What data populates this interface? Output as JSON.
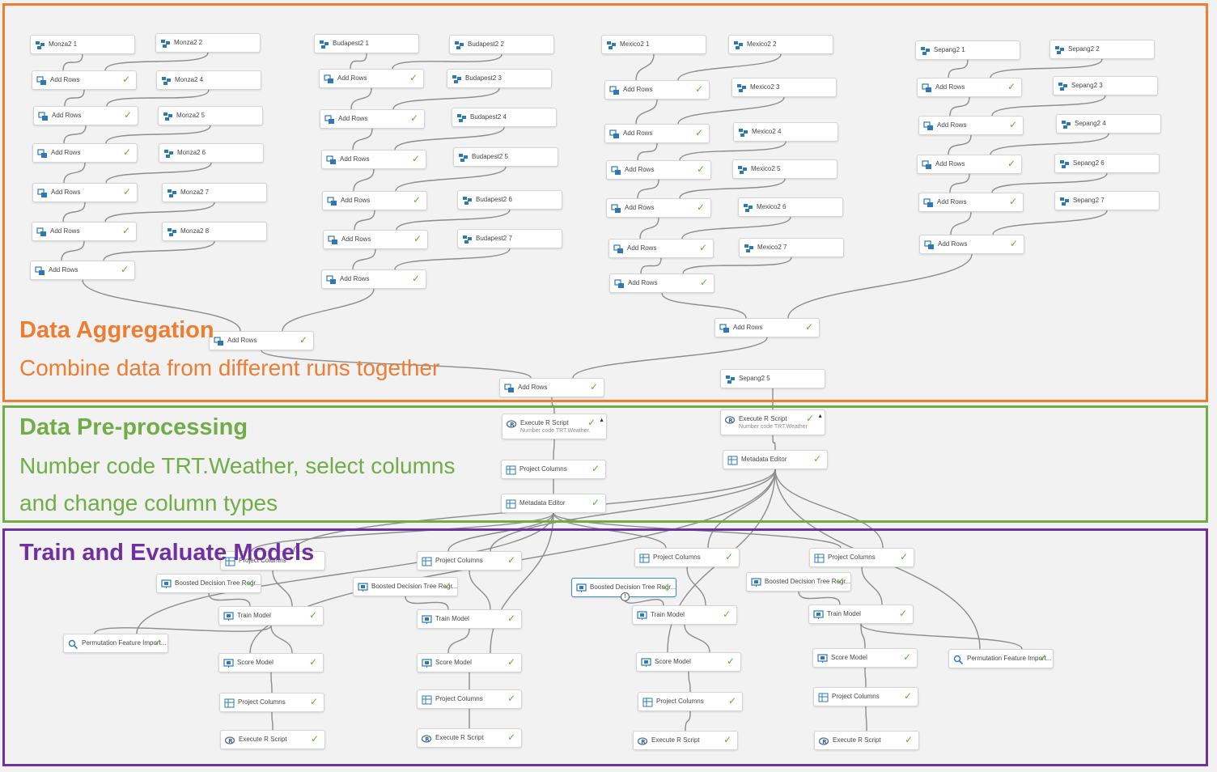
{
  "sections": {
    "aggregation": {
      "title": "Data Aggregation",
      "description": "Combine data from different runs together",
      "color": "#ed7d31"
    },
    "preprocessing": {
      "title": "Data Pre-processing",
      "description_line1": "Number code TRT.Weather, select columns",
      "description_line2": "and change column types",
      "color": "#70ad47"
    },
    "training": {
      "title": "Train and Evaluate Models",
      "color": "#7030a0"
    }
  },
  "colors": {
    "wire": "#8c8c8c",
    "check": "#5ab52e",
    "dataset_icon": "#2e78b8"
  },
  "nodes": [
    {
      "id": "mo1",
      "label": "Monza2 1",
      "icon": "dataset-icon",
      "check": false
    },
    {
      "id": "mo2",
      "label": "Monza2 2",
      "icon": "dataset-icon",
      "check": false
    },
    {
      "id": "moa1",
      "label": "Add Rows",
      "icon": "add-rows-icon",
      "check": true
    },
    {
      "id": "mo4",
      "label": "Monza2 4",
      "icon": "dataset-icon",
      "check": false
    },
    {
      "id": "moa2",
      "label": "Add Rows",
      "icon": "add-rows-icon",
      "check": true
    },
    {
      "id": "mo5",
      "label": "Monza2 5",
      "icon": "dataset-icon",
      "check": false
    },
    {
      "id": "moa3",
      "label": "Add Rows",
      "icon": "add-rows-icon",
      "check": true
    },
    {
      "id": "mo6",
      "label": "Monza2 6",
      "icon": "dataset-icon",
      "check": false
    },
    {
      "id": "moa4",
      "label": "Add Rows",
      "icon": "add-rows-icon",
      "check": true
    },
    {
      "id": "mo7",
      "label": "Monza2 7",
      "icon": "dataset-icon",
      "check": false
    },
    {
      "id": "moa5",
      "label": "Add Rows",
      "icon": "add-rows-icon",
      "check": true
    },
    {
      "id": "mo8",
      "label": "Monza2 8",
      "icon": "dataset-icon",
      "check": false
    },
    {
      "id": "moa6",
      "label": "Add Rows",
      "icon": "add-rows-icon",
      "check": true
    },
    {
      "id": "bu1",
      "label": "Budapest2 1",
      "icon": "dataset-icon",
      "check": false
    },
    {
      "id": "bu2",
      "label": "Budapest2 2",
      "icon": "dataset-icon",
      "check": false
    },
    {
      "id": "bua1",
      "label": "Add Rows",
      "icon": "add-rows-icon",
      "check": true
    },
    {
      "id": "bu3",
      "label": "Budapest2 3",
      "icon": "dataset-icon",
      "check": false
    },
    {
      "id": "bua2",
      "label": "Add Rows",
      "icon": "add-rows-icon",
      "check": true
    },
    {
      "id": "bu4",
      "label": "Budapest2 4",
      "icon": "dataset-icon",
      "check": false
    },
    {
      "id": "bua3",
      "label": "Add Rows",
      "icon": "add-rows-icon",
      "check": true
    },
    {
      "id": "bu5",
      "label": "Budapest2 5",
      "icon": "dataset-icon",
      "check": false
    },
    {
      "id": "bua4",
      "label": "Add Rows",
      "icon": "add-rows-icon",
      "check": true
    },
    {
      "id": "bu6",
      "label": "Budapest2 6",
      "icon": "dataset-icon",
      "check": false
    },
    {
      "id": "bua5",
      "label": "Add Rows",
      "icon": "add-rows-icon",
      "check": true
    },
    {
      "id": "bu7",
      "label": "Budapest2 7",
      "icon": "dataset-icon",
      "check": false
    },
    {
      "id": "bua6",
      "label": "Add Rows",
      "icon": "add-rows-icon",
      "check": true
    },
    {
      "id": "me1",
      "label": "Mexico2 1",
      "icon": "dataset-icon",
      "check": false
    },
    {
      "id": "me2",
      "label": "Mexico2 2",
      "icon": "dataset-icon",
      "check": false
    },
    {
      "id": "mea1",
      "label": "Add Rows",
      "icon": "add-rows-icon",
      "check": true
    },
    {
      "id": "me3",
      "label": "Mexico2 3",
      "icon": "dataset-icon",
      "check": false
    },
    {
      "id": "mea2",
      "label": "Add Rows",
      "icon": "add-rows-icon",
      "check": true
    },
    {
      "id": "me4",
      "label": "Mexico2 4",
      "icon": "dataset-icon",
      "check": false
    },
    {
      "id": "mea3",
      "label": "Add Rows",
      "icon": "add-rows-icon",
      "check": true
    },
    {
      "id": "me5",
      "label": "Mexico2 5",
      "icon": "dataset-icon",
      "check": false
    },
    {
      "id": "mea4",
      "label": "Add Rows",
      "icon": "add-rows-icon",
      "check": true
    },
    {
      "id": "me6",
      "label": "Mexico2 6",
      "icon": "dataset-icon",
      "check": false
    },
    {
      "id": "mea5",
      "label": "Add Rows",
      "icon": "add-rows-icon",
      "check": true
    },
    {
      "id": "me7",
      "label": "Mexico2 7",
      "icon": "dataset-icon",
      "check": false
    },
    {
      "id": "mea6",
      "label": "Add Rows",
      "icon": "add-rows-icon",
      "check": true
    },
    {
      "id": "se1",
      "label": "Sepang2 1",
      "icon": "dataset-icon",
      "check": false
    },
    {
      "id": "se2",
      "label": "Sepang2 2",
      "icon": "dataset-icon",
      "check": false
    },
    {
      "id": "sea1",
      "label": "Add Rows",
      "icon": "add-rows-icon",
      "check": true
    },
    {
      "id": "se3",
      "label": "Sepang2 3",
      "icon": "dataset-icon",
      "check": false
    },
    {
      "id": "sea2",
      "label": "Add Rows",
      "icon": "add-rows-icon",
      "check": true
    },
    {
      "id": "se4",
      "label": "Sepang2 4",
      "icon": "dataset-icon",
      "check": false
    },
    {
      "id": "sea3",
      "label": "Add Rows",
      "icon": "add-rows-icon",
      "check": true
    },
    {
      "id": "se6",
      "label": "Sepang2 6",
      "icon": "dataset-icon",
      "check": false
    },
    {
      "id": "sea4",
      "label": "Add Rows",
      "icon": "add-rows-icon",
      "check": true
    },
    {
      "id": "se7",
      "label": "Sepang2 7",
      "icon": "dataset-icon",
      "check": false
    },
    {
      "id": "sea5",
      "label": "Add Rows",
      "icon": "add-rows-icon",
      "check": true
    },
    {
      "id": "ab",
      "label": "Add Rows",
      "icon": "add-rows-icon",
      "check": true
    },
    {
      "id": "ams",
      "label": "Add Rows",
      "icon": "add-rows-icon",
      "check": true
    },
    {
      "id": "af",
      "label": "Add Rows",
      "icon": "add-rows-icon",
      "check": true
    },
    {
      "id": "se5",
      "label": "Sepang2 5",
      "icon": "dataset-icon",
      "check": false
    },
    {
      "id": "r1",
      "label": "Execute R Script",
      "sub": "Number code TRT.Weather.",
      "icon": "r-script-icon",
      "check": true,
      "caret": true,
      "tall": true
    },
    {
      "id": "r2",
      "label": "Execute R Script",
      "sub": "Number code TRT.Weather",
      "icon": "r-script-icon",
      "check": true,
      "caret": true,
      "tall": true
    },
    {
      "id": "pc0",
      "label": "Project Columns",
      "icon": "project-columns-icon",
      "check": true
    },
    {
      "id": "md1",
      "label": "Metadata Editor",
      "icon": "metadata-editor-icon",
      "check": true
    },
    {
      "id": "md2",
      "label": "Metadata Editor",
      "icon": "metadata-editor-icon",
      "check": true
    },
    {
      "id": "pc1",
      "label": "Project Columns",
      "icon": "project-columns-icon",
      "check": false
    },
    {
      "id": "bd1",
      "label": "Boosted Decision Tree Regr...",
      "icon": "model-icon",
      "check": true
    },
    {
      "id": "tm1",
      "label": "Train Model",
      "icon": "train-model-icon",
      "check": true
    },
    {
      "id": "pf1",
      "label": "Permutation Feature Import...",
      "icon": "permutation-icon",
      "check": true
    },
    {
      "id": "sm1",
      "label": "Score Model",
      "icon": "score-model-icon",
      "check": true
    },
    {
      "id": "pj1",
      "label": "Project Columns",
      "icon": "project-columns-icon",
      "check": true
    },
    {
      "id": "ex1",
      "label": "Execute R Script",
      "icon": "r-script-icon",
      "check": true
    },
    {
      "id": "pc2",
      "label": "Project Columns",
      "icon": "project-columns-icon",
      "check": true
    },
    {
      "id": "bd2",
      "label": "Boosted Decision Tree Regr...",
      "icon": "model-icon",
      "check": true
    },
    {
      "id": "tm2",
      "label": "Train Model",
      "icon": "train-model-icon",
      "check": true
    },
    {
      "id": "sm2",
      "label": "Score Model",
      "icon": "score-model-icon",
      "check": true
    },
    {
      "id": "pj2",
      "label": "Project Columns",
      "icon": "project-columns-icon",
      "check": true
    },
    {
      "id": "ex2",
      "label": "Execute R Script",
      "icon": "r-script-icon",
      "check": true
    },
    {
      "id": "pc3",
      "label": "Project Columns",
      "icon": "project-columns-icon",
      "check": true
    },
    {
      "id": "bd3",
      "label": "Boosted Decision Tree Regr...",
      "icon": "model-icon",
      "check": true,
      "selected": true
    },
    {
      "id": "tm3",
      "label": "Train Model",
      "icon": "train-model-icon",
      "check": true
    },
    {
      "id": "sm3",
      "label": "Score Model",
      "icon": "score-model-icon",
      "check": true
    },
    {
      "id": "pj3",
      "label": "Project Columns",
      "icon": "project-columns-icon",
      "check": true
    },
    {
      "id": "ex3",
      "label": "Execute R Script",
      "icon": "r-script-icon",
      "check": true
    },
    {
      "id": "pc4",
      "label": "Project Columns",
      "icon": "project-columns-icon",
      "check": true
    },
    {
      "id": "bd4",
      "label": "Boosted Decision Tree Regr...",
      "icon": "model-icon",
      "check": true
    },
    {
      "id": "tm4",
      "label": "Train Model",
      "icon": "train-model-icon",
      "check": true
    },
    {
      "id": "sm4",
      "label": "Score Model",
      "icon": "score-model-icon",
      "check": true
    },
    {
      "id": "pf2",
      "label": "Permutation Feature Import...",
      "icon": "permutation-icon",
      "check": true
    },
    {
      "id": "pj4",
      "label": "Project Columns",
      "icon": "project-columns-icon",
      "check": true
    },
    {
      "id": "ex4",
      "label": "Execute R Script",
      "icon": "r-script-icon",
      "check": true
    }
  ],
  "edges": [
    [
      "mo1",
      "moa1"
    ],
    [
      "mo2",
      "moa1"
    ],
    [
      "moa1",
      "moa2"
    ],
    [
      "mo4",
      "moa2"
    ],
    [
      "moa2",
      "moa3"
    ],
    [
      "mo5",
      "moa3"
    ],
    [
      "moa3",
      "moa4"
    ],
    [
      "mo6",
      "moa4"
    ],
    [
      "moa4",
      "moa5"
    ],
    [
      "mo7",
      "moa5"
    ],
    [
      "moa5",
      "moa6"
    ],
    [
      "mo8",
      "moa6"
    ],
    [
      "bu1",
      "bua1"
    ],
    [
      "bu2",
      "bua1"
    ],
    [
      "bua1",
      "bua2"
    ],
    [
      "bu3",
      "bua2"
    ],
    [
      "bua2",
      "bua3"
    ],
    [
      "bu4",
      "bua3"
    ],
    [
      "bua3",
      "bua4"
    ],
    [
      "bu5",
      "bua4"
    ],
    [
      "bua4",
      "bua5"
    ],
    [
      "bu6",
      "bua5"
    ],
    [
      "bua5",
      "bua6"
    ],
    [
      "bu7",
      "bua6"
    ],
    [
      "me1",
      "mea1"
    ],
    [
      "me2",
      "mea1"
    ],
    [
      "mea1",
      "mea2"
    ],
    [
      "me3",
      "mea2"
    ],
    [
      "mea2",
      "mea3"
    ],
    [
      "me4",
      "mea3"
    ],
    [
      "mea3",
      "mea4"
    ],
    [
      "me5",
      "mea4"
    ],
    [
      "mea4",
      "mea5"
    ],
    [
      "me6",
      "mea5"
    ],
    [
      "mea5",
      "mea6"
    ],
    [
      "me7",
      "mea6"
    ],
    [
      "se1",
      "sea1"
    ],
    [
      "se2",
      "sea1"
    ],
    [
      "sea1",
      "sea2"
    ],
    [
      "se3",
      "sea2"
    ],
    [
      "sea2",
      "sea3"
    ],
    [
      "se4",
      "sea3"
    ],
    [
      "sea3",
      "sea4"
    ],
    [
      "se6",
      "sea4"
    ],
    [
      "sea4",
      "sea5"
    ],
    [
      "se7",
      "sea5"
    ],
    [
      "moa6",
      "ab"
    ],
    [
      "bua6",
      "ab"
    ],
    [
      "mea6",
      "ams"
    ],
    [
      "sea5",
      "ams"
    ],
    [
      "ab",
      "af"
    ],
    [
      "ams",
      "af"
    ],
    [
      "af",
      "r1"
    ],
    [
      "se5",
      "r2"
    ],
    [
      "r1",
      "pc0"
    ],
    [
      "pc0",
      "md1"
    ],
    [
      "r2",
      "md2"
    ],
    [
      "md1",
      "pc1"
    ],
    [
      "md1",
      "pc2"
    ],
    [
      "md1",
      "pc3"
    ],
    [
      "md1",
      "pc4"
    ],
    [
      "md2",
      "pc1"
    ],
    [
      "md2",
      "pc2"
    ],
    [
      "md2",
      "pc3"
    ],
    [
      "md2",
      "pc4"
    ],
    [
      "md2",
      "sm1"
    ],
    [
      "md2",
      "sm3"
    ],
    [
      "md2",
      "pf2"
    ],
    [
      "bd1",
      "tm1"
    ],
    [
      "pc1",
      "tm1"
    ],
    [
      "tm1",
      "sm1"
    ],
    [
      "tm1",
      "pf1"
    ],
    [
      "sm1",
      "pj1"
    ],
    [
      "pj1",
      "ex1"
    ],
    [
      "bd2",
      "tm2"
    ],
    [
      "pc2",
      "tm2"
    ],
    [
      "tm2",
      "sm2"
    ],
    [
      "sm2",
      "pj2"
    ],
    [
      "pj2",
      "ex2"
    ],
    [
      "bd3",
      "tm3"
    ],
    [
      "pc3",
      "tm3"
    ],
    [
      "tm3",
      "sm3"
    ],
    [
      "sm3",
      "pj3"
    ],
    [
      "pj3",
      "ex3"
    ],
    [
      "bd4",
      "tm4"
    ],
    [
      "pc4",
      "tm4"
    ],
    [
      "tm4",
      "sm4"
    ],
    [
      "tm4",
      "pf2"
    ],
    [
      "sm4",
      "pj4"
    ],
    [
      "pj4",
      "ex4"
    ],
    [
      "md1",
      "sm2"
    ],
    [
      "md1",
      "pf1"
    ]
  ]
}
